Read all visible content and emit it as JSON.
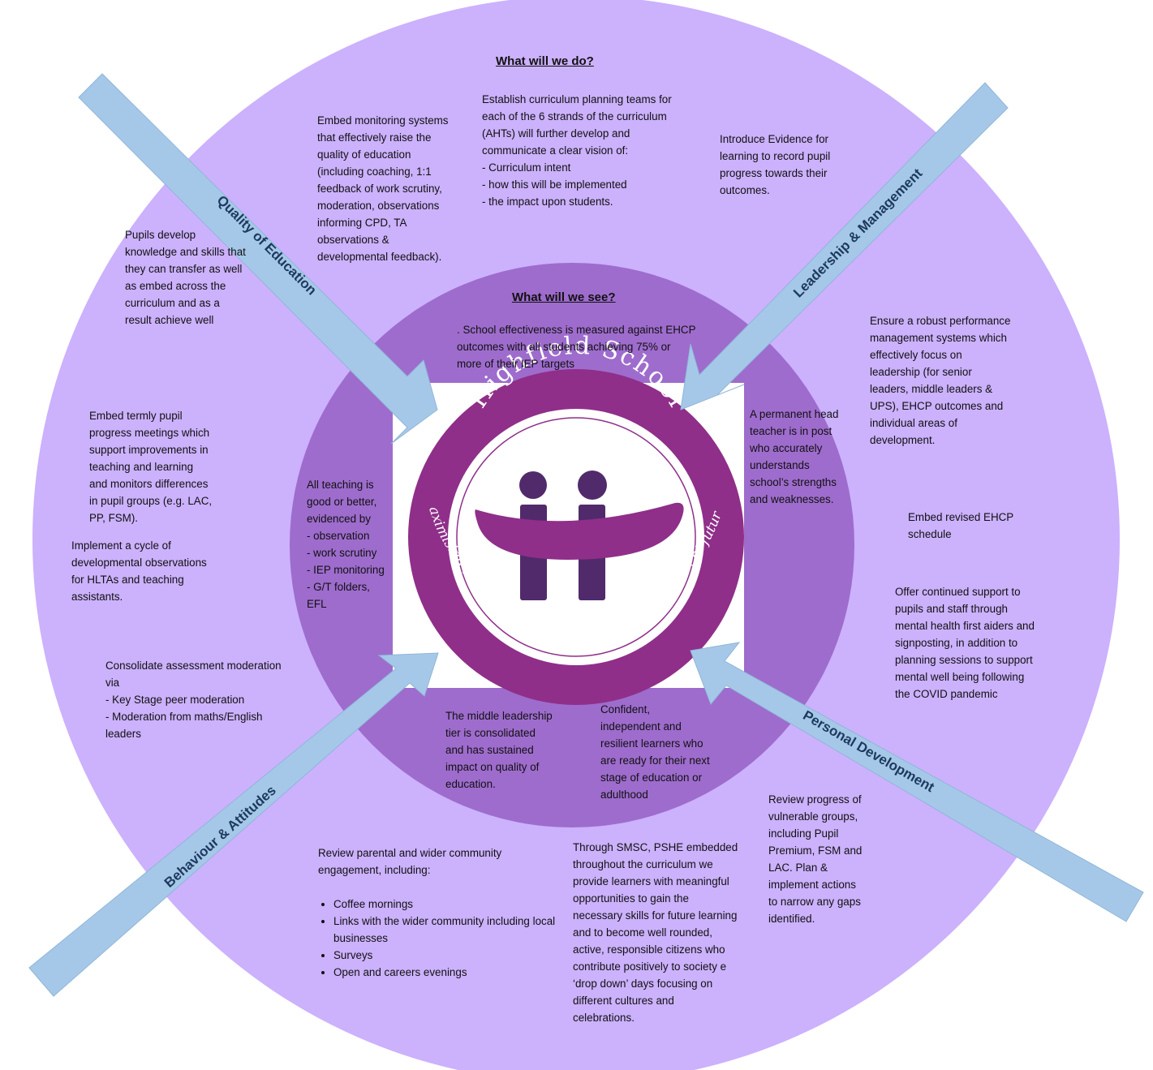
{
  "headings": {
    "outer": "What will we do?",
    "inner": "What will we see?"
  },
  "arrows": {
    "quality": "Quality of Education",
    "leadership": "Leadership & Management",
    "behaviour": "Behaviour & Attitudes",
    "personal": "Personal Development"
  },
  "logo": {
    "name": "Highfield School",
    "motto": "Maximising potential for confident and independent futures."
  },
  "outer": {
    "monitoring": "Embed monitoring systems\nthat effectively raise the\nquality of education\n(including coaching, 1:1\nfeedback of work scrutiny,\nmoderation, observations\ninforming CPD, TA\nobservations &\ndevelopmental feedback).",
    "curriculum": "Establish curriculum planning teams for\neach of the 6 strands of the curriculum\n(AHTs) will further develop and\ncommunicate a clear vision of:\n- Curriculum intent\n- how this will be implemented\n- the impact upon students.",
    "evidence": "Introduce Evidence for\nlearning to record pupil\nprogress towards their\noutcomes.",
    "pupils_develop": "Pupils develop\nknowledge and skills that\nthey can transfer as well\nas embed across the\ncurriculum and as a\nresult achieve well",
    "performance": "Ensure a robust performance\nmanagement systems which\neffectively focus on\nleadership (for senior\nleaders, middle leaders &\nUPS), EHCP outcomes and\nindividual areas of\ndevelopment.",
    "termly": "Embed termly pupil\nprogress meetings which\nsupport improvements in\nteaching and learning\nand monitors differences\nin pupil groups (e.g. LAC,\nPP, FSM).",
    "observations": "Implement a cycle of\ndevelopmental observations\nfor HLTAs and teaching\nassistants.",
    "ehcp": "Embed revised EHCP\nschedule",
    "support": "Offer continued support to\npupils and staff through\nmental health first aiders and\nsignposting, in addition to\nplanning sessions to support\nmental well being following\nthe COVID pandemic",
    "moderation": "Consolidate assessment moderation\nvia\n- Key Stage peer moderation\n- Moderation from maths/English\nleaders",
    "parental_intro": "Review parental and wider community\nengagement, including:",
    "parental_items": [
      "Coffee mornings",
      "Links with the wider community including local businesses",
      "Surveys",
      "Open and careers evenings"
    ],
    "smsc": "Through SMSC, PSHE embedded\nthroughout the curriculum we\nprovide learners with meaningful\nopportunities to gain the\nnecessary skills for future learning\nand to become well rounded,\nactive, responsible citizens who\ncontribute positively to society e\n‘drop down’ days focusing on\ndifferent cultures and\ncelebrations.",
    "vulnerable": "Review progress of\nvulnerable groups,\nincluding Pupil\nPremium, FSM and\nLAC. Plan &\nimplement actions\nto narrow any gaps\nidentified."
  },
  "inner": {
    "effectiveness": ". School effectiveness is measured against EHCP\noutcomes with all students achieving 75% or\nmore of their IEP targets",
    "head_teacher": "A permanent head\nteacher is in post\nwho accurately\nunderstands\nschool’s strengths\nand weaknesses.",
    "teaching": "All teaching is\ngood or better,\nevidenced by\n- observation\n- work scrutiny\n- IEP monitoring\n- G/T folders,\nEFL",
    "middle": "The middle leadership\ntier is consolidated\nand has sustained\nimpact on quality of\neducation.",
    "confident": "Confident,\nindependent and\nresilient learners who\nare ready for their next\nstage of education or\nadulthood"
  },
  "colors": {
    "outer_circle": "#ccb1fd",
    "inner_circle": "#9e6ccd",
    "arrow": "#a6c8e8",
    "arrow_stroke": "#8fb6d8",
    "arrow_text": "#1d3a5e",
    "logo_purple": "#8f2f89",
    "logo_dark": "#512a6c"
  }
}
